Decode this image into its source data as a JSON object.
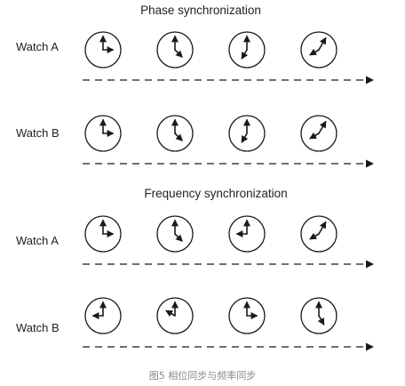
{
  "sections": [
    {
      "title": "Phase synchronization",
      "watches": [
        {
          "label": "Watch A",
          "clocks": [
            {
              "hour": 3.0,
              "minute": 0
            },
            {
              "hour": 4.5,
              "minute": 0
            },
            {
              "hour": 7.0,
              "minute": 0
            },
            {
              "hour": 8.0,
              "minute": 5
            }
          ]
        },
        {
          "label": "Watch B",
          "clocks": [
            {
              "hour": 3.0,
              "minute": 0
            },
            {
              "hour": 4.5,
              "minute": 0
            },
            {
              "hour": 7.0,
              "minute": 0
            },
            {
              "hour": 8.0,
              "minute": 5
            }
          ]
        }
      ]
    },
    {
      "title": "Frequency synchronization",
      "watches": [
        {
          "label": "Watch A",
          "clocks": [
            {
              "hour": 3.0,
              "minute": 0
            },
            {
              "hour": 4.5,
              "minute": 0
            },
            {
              "hour": 9.0,
              "minute": 0
            },
            {
              "hour": 8.0,
              "minute": 5
            }
          ]
        },
        {
          "label": "Watch B",
          "clocks": [
            {
              "hour": 9.0,
              "minute": 0
            },
            {
              "hour": 10.0,
              "minute": 0
            },
            {
              "hour": 3.0,
              "minute": 0
            },
            {
              "hour": 5.0,
              "minute": 0
            }
          ]
        }
      ]
    }
  ],
  "caption": "图5 相位同步与频率同步",
  "colors": {
    "stroke": "#1a1a1a",
    "text": "#222222",
    "caption": "#8a8a8a"
  }
}
